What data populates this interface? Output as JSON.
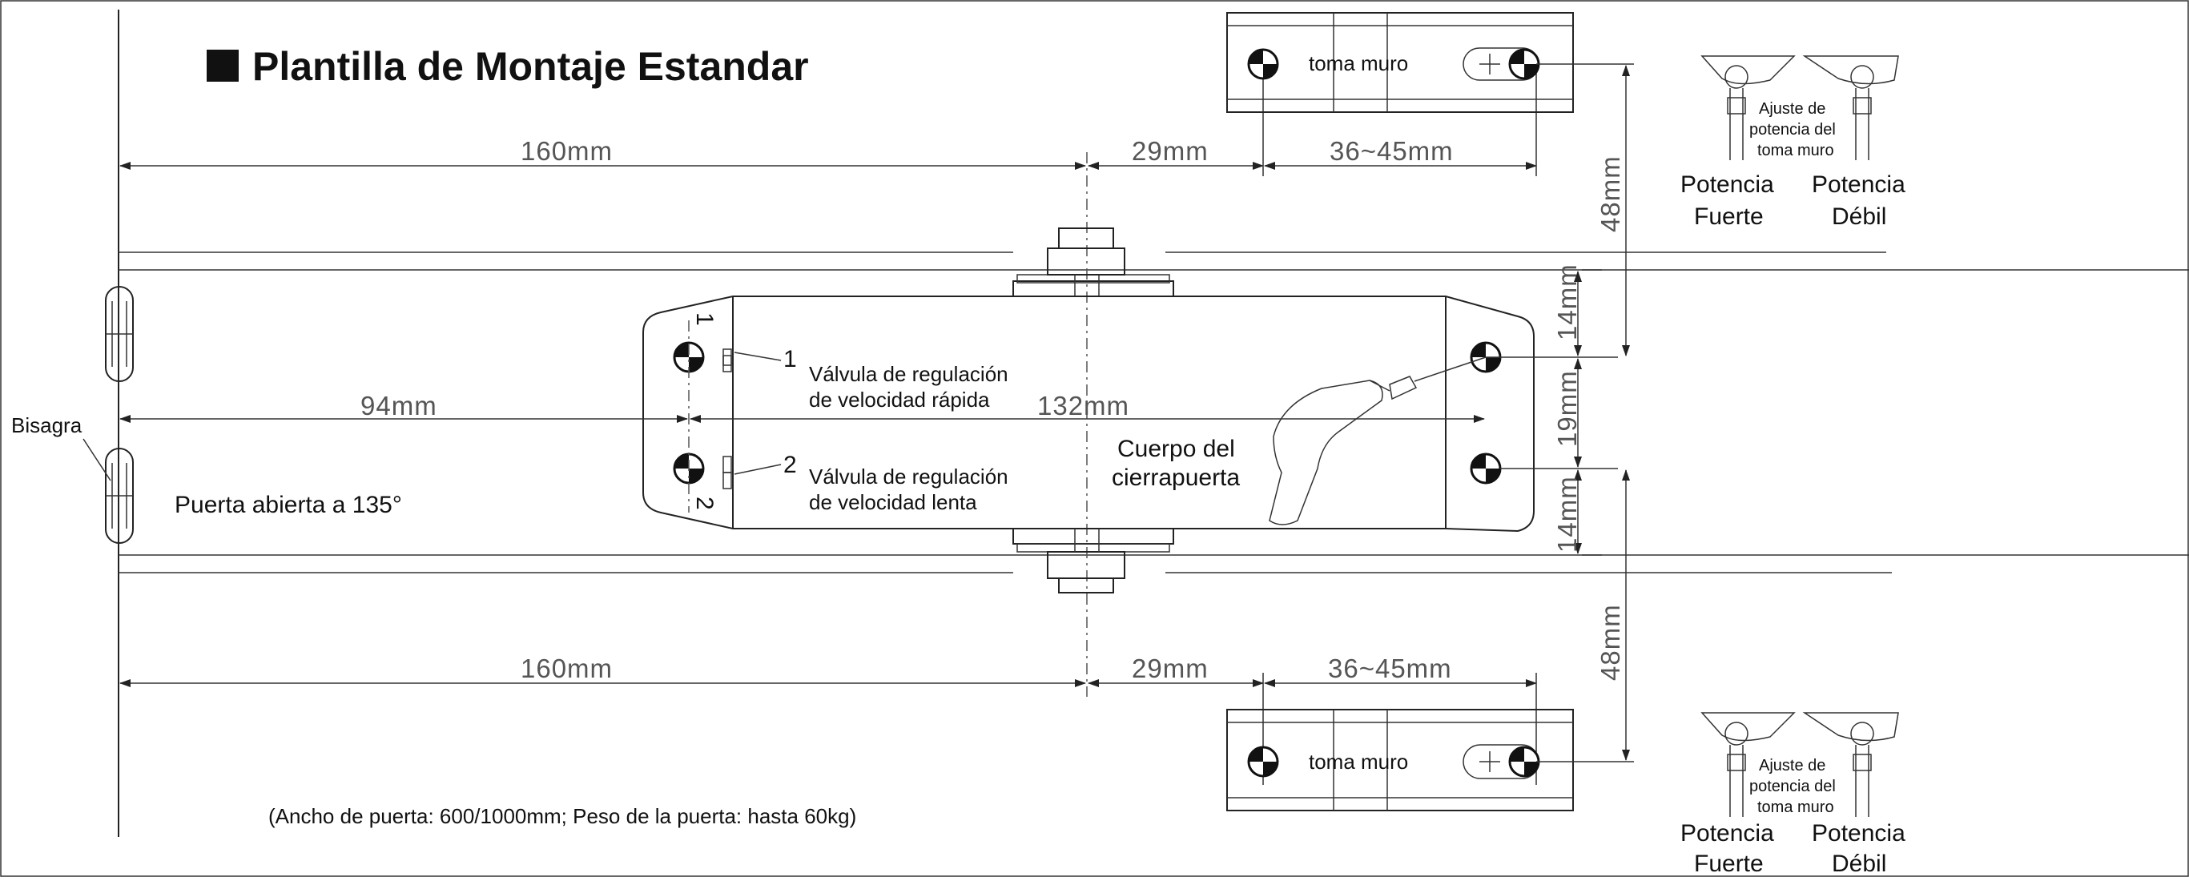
{
  "title": "Plantilla de Montaje Estandar",
  "dims": {
    "top_160": "160mm",
    "top_29": "29mm",
    "top_36_45": "36~45mm",
    "bottom_160": "160mm",
    "bottom_29": "29mm",
    "bottom_36_45": "36~45mm",
    "left_94": "94mm",
    "mid_132": "132mm",
    "v_48_top": "48mm",
    "v_14_top": "14mm",
    "v_19": "19mm",
    "v_14_bottom": "14mm",
    "v_48_bottom": "48mm"
  },
  "bracket_top_label": "toma muro",
  "bracket_bottom_label": "toma muro",
  "adjust_top": {
    "line1": "Ajuste de",
    "line2": "potencia del",
    "line3": "toma muro"
  },
  "adjust_bottom": {
    "line1": "Ajuste de",
    "line2": "potencia del",
    "line3": "toma muro"
  },
  "power_top": {
    "strong1": "Potencia",
    "strong2": "Fuerte",
    "weak1": "Potencia",
    "weak2": "Débil"
  },
  "power_bottom": {
    "strong1": "Potencia",
    "strong2": "Fuerte",
    "weak1": "Potencia",
    "weak2": "Débil"
  },
  "valve1": {
    "num": "1",
    "line1": "Válvula de regulación",
    "line2": "de velocidad rápida"
  },
  "valve2": {
    "num": "2",
    "line1": "Válvula de regulación",
    "line2": "de velocidad lenta"
  },
  "body_label": {
    "line1": "Cuerpo del",
    "line2": "cierrapuerta"
  },
  "hinge_label": "Bisagra",
  "door_open": "Puerta abierta a 135°",
  "note": "(Ancho de puerta: 600/1000mm; Peso de la puerta: hasta 60kg)",
  "side_marks": {
    "one": "1",
    "two": "2"
  }
}
